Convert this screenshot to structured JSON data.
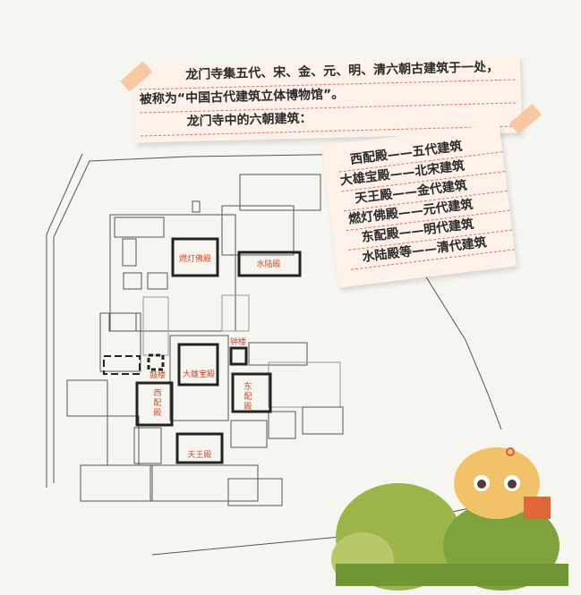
{
  "intro": {
    "line1": "龙门寺集五代、宋、金、元、明、清六朝古建筑于一处，",
    "line2": "被称为“中国古代建筑立体博物馆”。",
    "line3": "龙门寺中的六朝建筑："
  },
  "list": [
    {
      "hall": "西配殿",
      "era": "五代建筑"
    },
    {
      "hall": "大雄宝殿",
      "era": "北宋建筑"
    },
    {
      "hall": "天王殿",
      "era": "金代建筑"
    },
    {
      "hall": "燃灯佛殿",
      "era": "元代建筑"
    },
    {
      "hall": "东配殿",
      "era": "明代建筑"
    },
    {
      "hall": "水陆殿等",
      "era": "清代建筑"
    }
  ],
  "dash": "——",
  "map": {
    "randeng": "燃灯佛殿",
    "shuilu": "水陆殿",
    "zhonglou": "钟楼",
    "gulou": "鼓楼",
    "daxiong": "大雄宝殿",
    "xipei": [
      "西",
      "配",
      "殿"
    ],
    "dongpei": [
      "东",
      "配",
      "殿"
    ],
    "tianwang": "天王殿"
  },
  "colors": {
    "label": "#c8492c",
    "dash": "#e07060",
    "note": "#fdf1ea",
    "tape": "#f5c49b"
  }
}
